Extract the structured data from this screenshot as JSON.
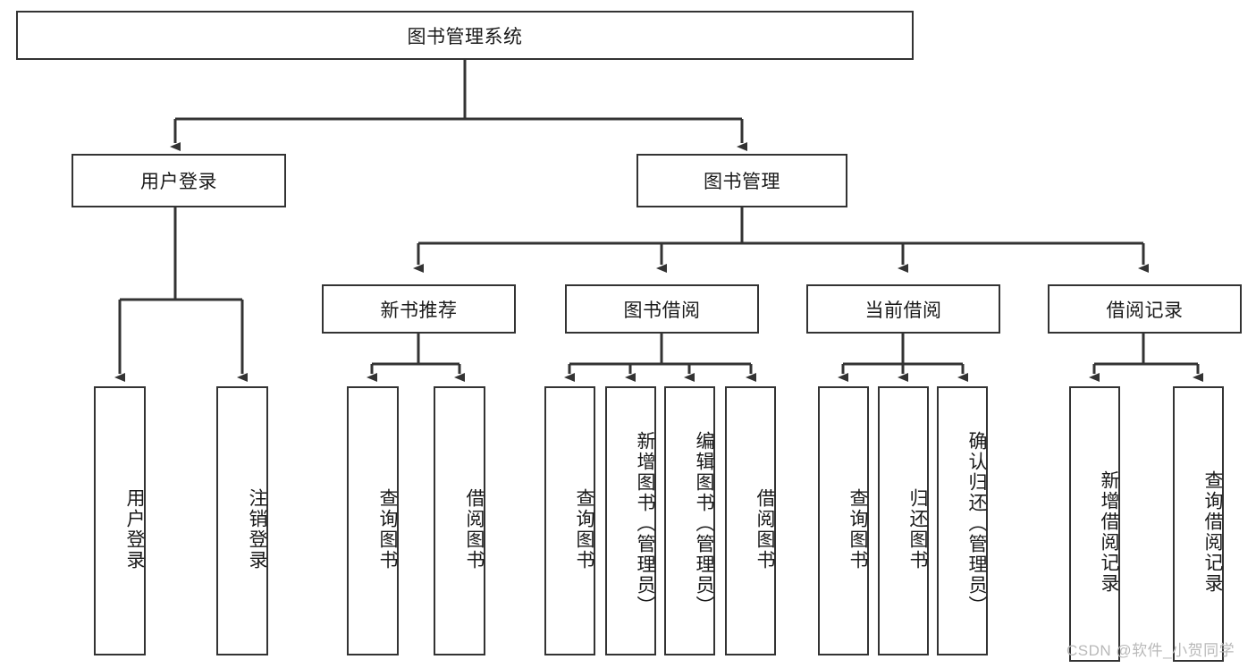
{
  "diagram": {
    "type": "tree",
    "title": "图书管理系统",
    "root": {
      "label": "图书管理系统"
    },
    "level2": [
      {
        "label": "用户登录"
      },
      {
        "label": "图书管理"
      }
    ],
    "level3": [
      {
        "label": "新书推荐"
      },
      {
        "label": "图书借阅"
      },
      {
        "label": "当前借阅"
      },
      {
        "label": "借阅记录"
      }
    ],
    "leaves": {
      "user_login": [
        {
          "label": "用户登录"
        },
        {
          "label": "注销登录"
        }
      ],
      "new_book_recommend": [
        {
          "label": "查询图书"
        },
        {
          "label": "借阅图书"
        }
      ],
      "book_borrow": [
        {
          "label": "查询图书"
        },
        {
          "label": "新增图书（管理员）"
        },
        {
          "label": "编辑图书（管理员）"
        },
        {
          "label": "借阅图书"
        }
      ],
      "current_borrow": [
        {
          "label": "查询图书"
        },
        {
          "label": "归还图书"
        },
        {
          "label": "确认归还（管理员）"
        }
      ],
      "borrow_record": [
        {
          "label": "新增借阅记录"
        },
        {
          "label": "查询借阅记录"
        }
      ]
    }
  },
  "watermark": {
    "text": "CSDN @软件_小贺同学"
  },
  "colors": {
    "stroke": "#333333",
    "box_fill": "#ffffff",
    "text": "#1a1a1a",
    "watermark": "#b9b9b9"
  }
}
